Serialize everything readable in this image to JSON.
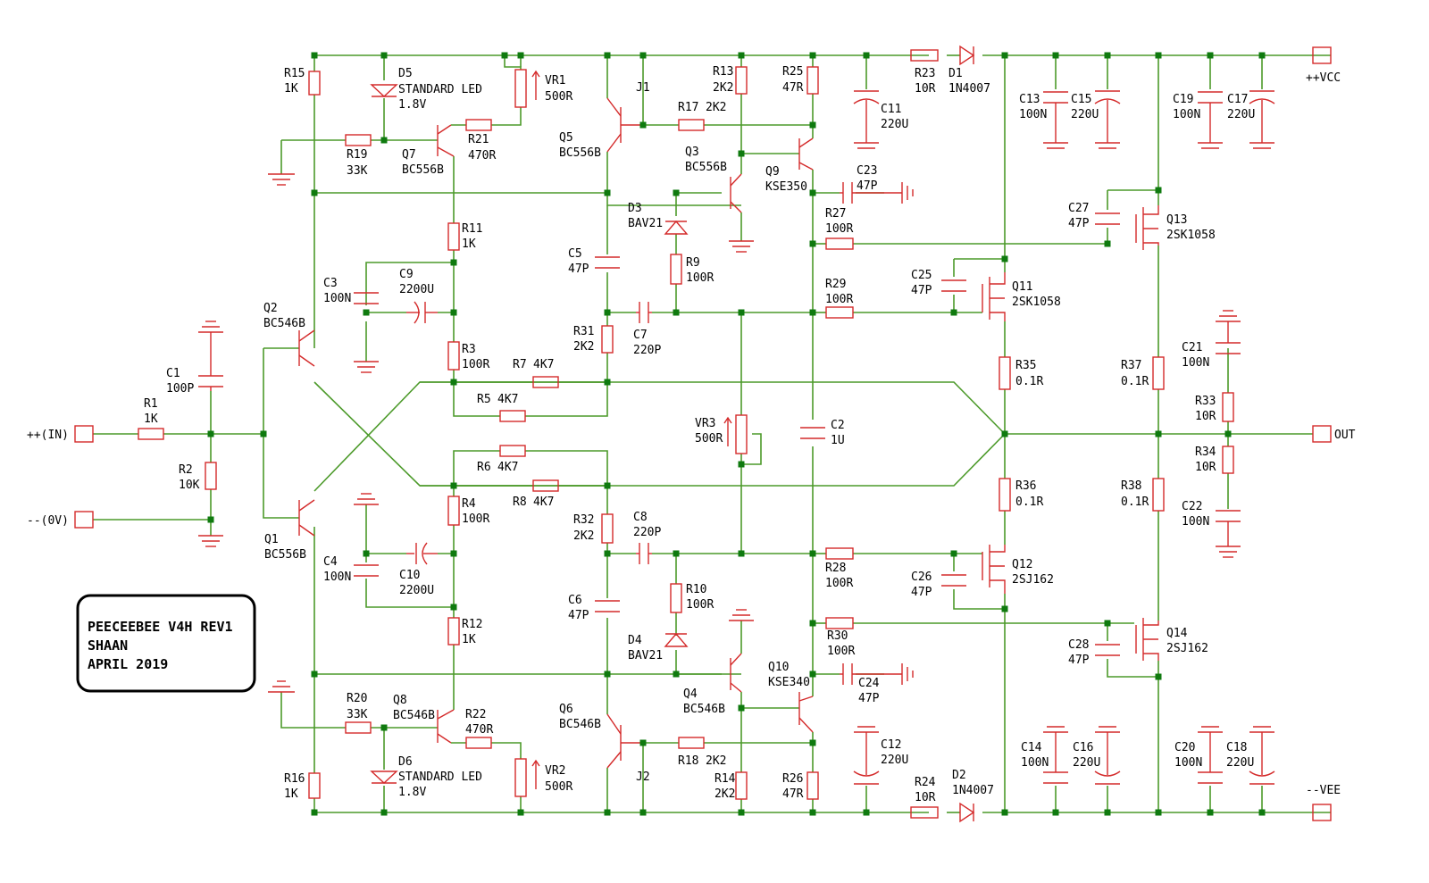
{
  "title_block": {
    "line1": "PEECEEBEE V4H REV1",
    "line2": "SHAAN",
    "line3": "APRIL 2019"
  },
  "ports": {
    "vcc": "++VCC",
    "vee": "--VEE",
    "in": "++(IN)",
    "gnd": "--(0V)",
    "out": "OUT"
  },
  "components": {
    "R15": {
      "ref": "R15",
      "value": "1K"
    },
    "R16": {
      "ref": "R16",
      "value": "1K"
    },
    "D5": {
      "ref": "D5",
      "value": "STANDARD LED",
      "extra": "1.8V"
    },
    "D6": {
      "ref": "D6",
      "value": "STANDARD LED",
      "extra": "1.8V"
    },
    "VR1": {
      "ref": "VR1",
      "value": "500R"
    },
    "VR2": {
      "ref": "VR2",
      "value": "500R"
    },
    "VR3": {
      "ref": "VR3",
      "value": "500R"
    },
    "R19": {
      "ref": "R19",
      "value": "33K"
    },
    "R20": {
      "ref": "R20",
      "value": "33K"
    },
    "Q7": {
      "ref": "Q7",
      "value": "BC556B"
    },
    "Q8": {
      "ref": "Q8",
      "value": "BC546B"
    },
    "R21": {
      "ref": "R21",
      "value": "470R"
    },
    "R22": {
      "ref": "R22",
      "value": "470R"
    },
    "Q5": {
      "ref": "Q5",
      "value": "BC556B"
    },
    "Q6": {
      "ref": "Q6",
      "value": "BC546B"
    },
    "J1": {
      "ref": "J1"
    },
    "J2": {
      "ref": "J2"
    },
    "R17": {
      "ref": "R17",
      "value": "2K2"
    },
    "R18": {
      "ref": "R18",
      "value": "2K2"
    },
    "R13": {
      "ref": "R13",
      "value": "2K2"
    },
    "R14": {
      "ref": "R14",
      "value": "2K2"
    },
    "Q3": {
      "ref": "Q3",
      "value": "BC556B"
    },
    "Q4": {
      "ref": "Q4",
      "value": "BC546B"
    },
    "R25": {
      "ref": "R25",
      "value": "47R"
    },
    "R26": {
      "ref": "R26",
      "value": "47R"
    },
    "Q9": {
      "ref": "Q9",
      "value": "KSE350"
    },
    "Q10": {
      "ref": "Q10",
      "value": "KSE340"
    },
    "C23": {
      "ref": "C23",
      "value": "47P"
    },
    "C24": {
      "ref": "C24",
      "value": "47P"
    },
    "C11": {
      "ref": "C11",
      "value": "220U"
    },
    "C12": {
      "ref": "C12",
      "value": "220U"
    },
    "R23": {
      "ref": "R23",
      "value": "10R"
    },
    "R24": {
      "ref": "R24",
      "value": "10R"
    },
    "D1": {
      "ref": "D1",
      "value": "1N4007"
    },
    "D2": {
      "ref": "D2",
      "value": "1N4007"
    },
    "C13": {
      "ref": "C13",
      "value": "100N"
    },
    "C14": {
      "ref": "C14",
      "value": "100N"
    },
    "C15": {
      "ref": "C15",
      "value": "220U"
    },
    "C16": {
      "ref": "C16",
      "value": "220U"
    },
    "C19": {
      "ref": "C19",
      "value": "100N"
    },
    "C20": {
      "ref": "C20",
      "value": "100N"
    },
    "C17": {
      "ref": "C17",
      "value": "220U"
    },
    "C18": {
      "ref": "C18",
      "value": "220U"
    },
    "Q2": {
      "ref": "Q2",
      "value": "BC546B"
    },
    "Q1": {
      "ref": "Q1",
      "value": "BC556B"
    },
    "C3": {
      "ref": "C3",
      "value": "100N"
    },
    "C4": {
      "ref": "C4",
      "value": "100N"
    },
    "C9": {
      "ref": "C9",
      "value": "2200U"
    },
    "C10": {
      "ref": "C10",
      "value": "2200U"
    },
    "R11": {
      "ref": "R11",
      "value": "1K"
    },
    "R12": {
      "ref": "R12",
      "value": "1K"
    },
    "R3": {
      "ref": "R3",
      "value": "100R"
    },
    "R4": {
      "ref": "R4",
      "value": "100R"
    },
    "R7": {
      "ref": "R7",
      "value": "4K7"
    },
    "R8": {
      "ref": "R8",
      "value": "4K7"
    },
    "R5": {
      "ref": "R5",
      "value": "4K7"
    },
    "R6": {
      "ref": "R6",
      "value": "4K7"
    },
    "C1": {
      "ref": "C1",
      "value": "100P"
    },
    "R1": {
      "ref": "R1",
      "value": "1K"
    },
    "R2": {
      "ref": "R2",
      "value": "10K"
    },
    "D3": {
      "ref": "D3",
      "value": "BAV21"
    },
    "D4": {
      "ref": "D4",
      "value": "BAV21"
    },
    "R9": {
      "ref": "R9",
      "value": "100R"
    },
    "R10": {
      "ref": "R10",
      "value": "100R"
    },
    "C5": {
      "ref": "C5",
      "value": "47P"
    },
    "C6": {
      "ref": "C6",
      "value": "47P"
    },
    "C7": {
      "ref": "C7",
      "value": "220P"
    },
    "C8": {
      "ref": "C8",
      "value": "220P"
    },
    "R31": {
      "ref": "R31",
      "value": "2K2"
    },
    "R32": {
      "ref": "R32",
      "value": "2K2"
    },
    "R27": {
      "ref": "R27",
      "value": "100R"
    },
    "R28": {
      "ref": "R28",
      "value": "100R"
    },
    "R29": {
      "ref": "R29",
      "value": "100R"
    },
    "R30": {
      "ref": "R30",
      "value": "100R"
    },
    "C2": {
      "ref": "C2",
      "value": "1U"
    },
    "C25": {
      "ref": "C25",
      "value": "47P"
    },
    "C26": {
      "ref": "C26",
      "value": "47P"
    },
    "C27": {
      "ref": "C27",
      "value": "47P"
    },
    "C28": {
      "ref": "C28",
      "value": "47P"
    },
    "Q11": {
      "ref": "Q11",
      "value": "2SK1058"
    },
    "Q13": {
      "ref": "Q13",
      "value": "2SK1058"
    },
    "Q12": {
      "ref": "Q12",
      "value": "2SJ162"
    },
    "Q14": {
      "ref": "Q14",
      "value": "2SJ162"
    },
    "R35": {
      "ref": "R35",
      "value": "0.1R"
    },
    "R36": {
      "ref": "R36",
      "value": "0.1R"
    },
    "R37": {
      "ref": "R37",
      "value": "0.1R"
    },
    "R38": {
      "ref": "R38",
      "value": "0.1R"
    },
    "C21": {
      "ref": "C21",
      "value": "100N"
    },
    "C22": {
      "ref": "C22",
      "value": "100N"
    },
    "R33": {
      "ref": "R33",
      "value": "10R"
    },
    "R34": {
      "ref": "R34",
      "value": "10R"
    }
  }
}
